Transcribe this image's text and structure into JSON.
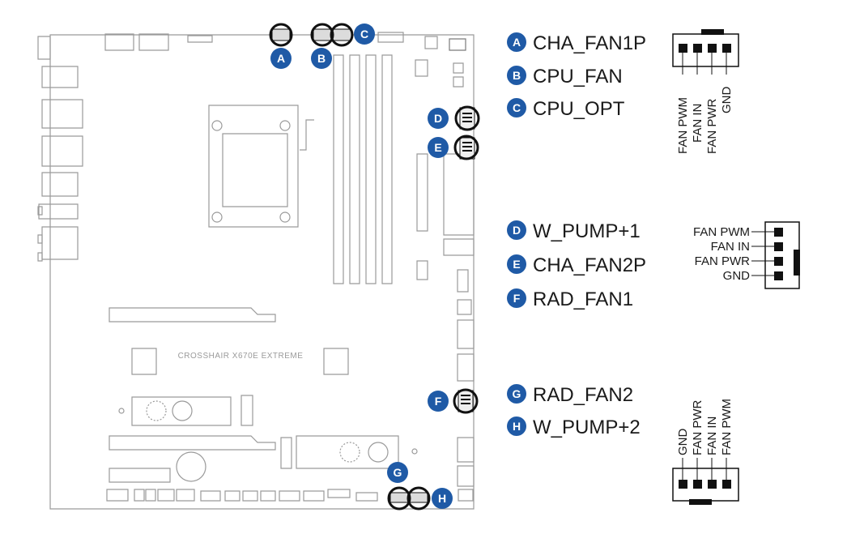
{
  "board": {
    "model_text": "CROSSHAIR X670E EXTREME"
  },
  "colors": {
    "badge": "#1f5aa6",
    "ring": "#111111",
    "outline": "#9a9a9a"
  },
  "markers": {
    "A": "A",
    "B": "B",
    "C": "C",
    "D": "D",
    "E": "E",
    "F": "F",
    "G": "G",
    "H": "H"
  },
  "legend": [
    {
      "letter": "A",
      "name": "CHA_FAN1P"
    },
    {
      "letter": "B",
      "name": "CPU_FAN"
    },
    {
      "letter": "C",
      "name": "CPU_OPT"
    },
    {
      "letter": "D",
      "name": "W_PUMP+1"
    },
    {
      "letter": "E",
      "name": "CHA_FAN2P"
    },
    {
      "letter": "F",
      "name": "RAD_FAN1"
    },
    {
      "letter": "G",
      "name": "RAD_FAN2"
    },
    {
      "letter": "H",
      "name": "W_PUMP+2"
    }
  ],
  "pinouts": {
    "top": [
      "FAN PWM",
      "FAN IN",
      "FAN PWR",
      "GND"
    ],
    "middle": [
      "FAN PWM",
      "FAN IN",
      "FAN PWR",
      "GND"
    ],
    "bottom": [
      "GND",
      "FAN PWR",
      "FAN IN",
      "FAN PWM"
    ]
  }
}
